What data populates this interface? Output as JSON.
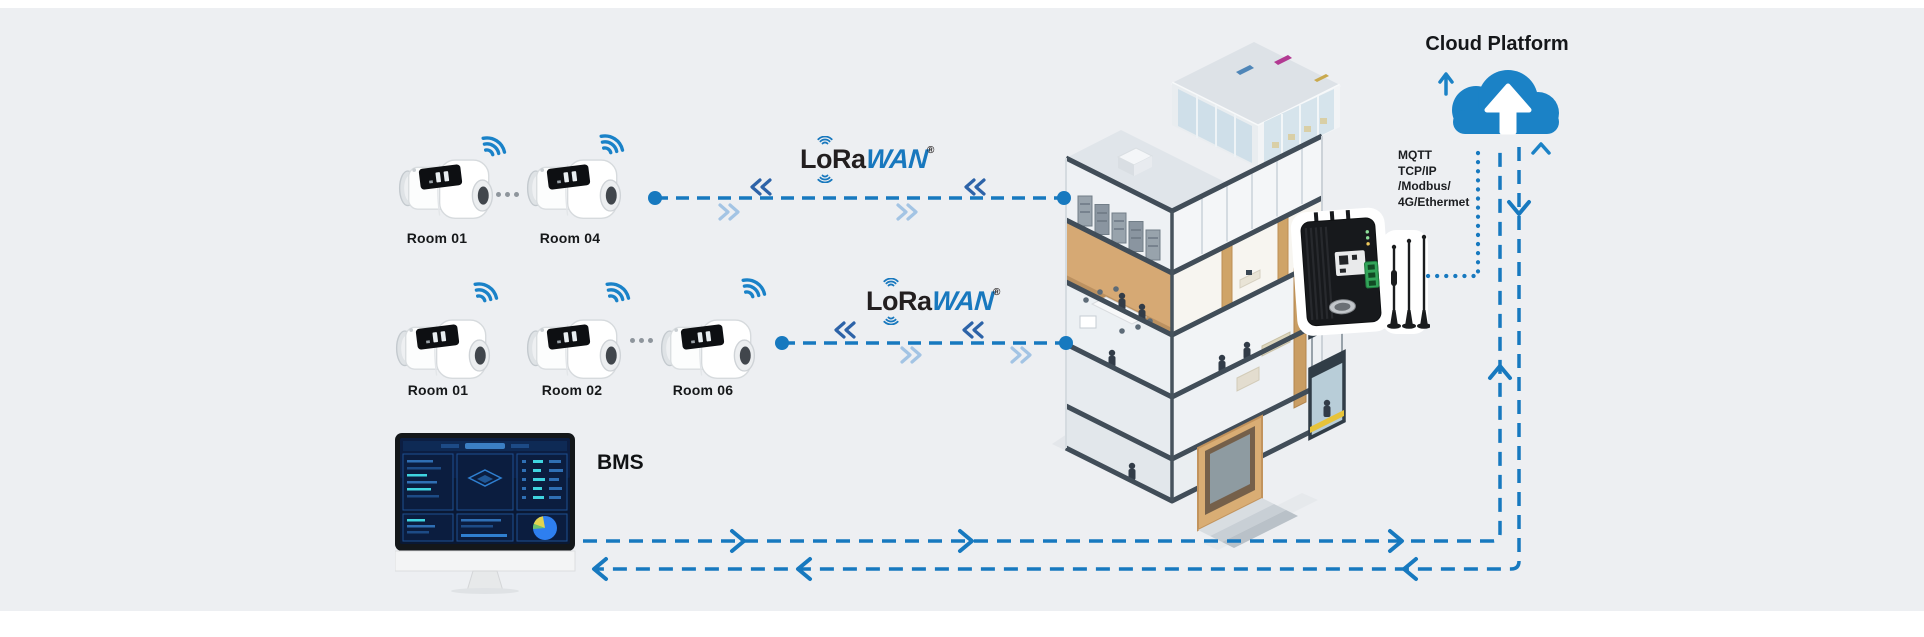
{
  "page": {
    "background": "#edeff2"
  },
  "colors": {
    "accent_blue": "#1779bf",
    "chevron_dark": "#2d63a8",
    "chevron_light": "#a3c4e4",
    "lora_black": "#231f20",
    "lora_blue": "#1878be",
    "cloud_blue": "#1b82c6"
  },
  "lorawan_logo": {
    "text_black": "LoRa",
    "text_blue": "WAN",
    "registered_mark": "®"
  },
  "thermostat_rows": {
    "row1": {
      "items": [
        {
          "label": "Room 01"
        },
        {
          "label": "Room 04"
        }
      ]
    },
    "row2": {
      "items": [
        {
          "label": "Room 01"
        },
        {
          "label": "Room 02"
        },
        {
          "label": "Room 06"
        }
      ]
    }
  },
  "bms": {
    "label": "BMS"
  },
  "cloud": {
    "title": "Cloud Platform"
  },
  "gateway": {
    "protocols": [
      "MQTT",
      "TCP/IP",
      "/Modbus/",
      "4G/Ethermet"
    ]
  }
}
